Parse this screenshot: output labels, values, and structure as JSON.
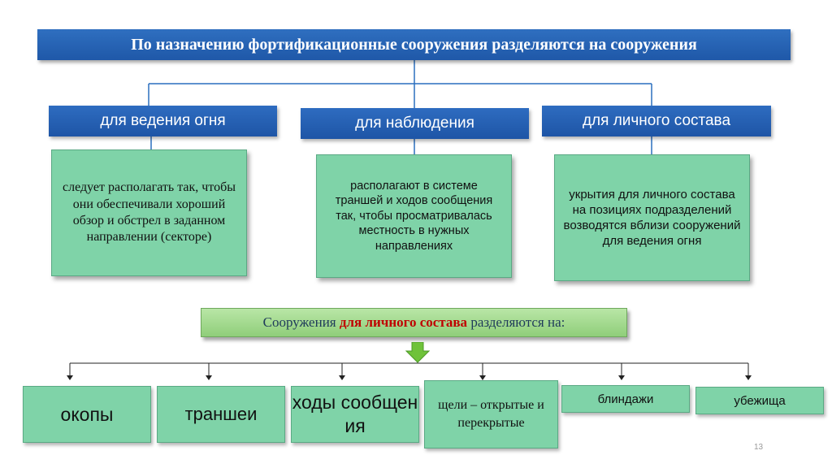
{
  "title": "По назначению фортификационные сооружения разделяются на сооружения",
  "categories": [
    {
      "label": "для ведения огня",
      "description": "следует располагать так, чтобы они обеспечивали хороший обзор и обстрел в заданном  направлении (секторе)"
    },
    {
      "label": "для  наблюдения",
      "description": "располагают в системе траншей и ходов сообщения так, чтобы просматривалась местность в нужных направлениях"
    },
    {
      "label": "для личного состава",
      "description": "укрытия для личного состава на позициях подразделений возводятся вблизи сооружений для ведения огня"
    }
  ],
  "subheader": {
    "prefix": "Сооружения ",
    "highlight": "для личного состава",
    "suffix": " разделяются на:"
  },
  "types": [
    "окопы",
    "траншеи",
    "ходы сообщения",
    "щели – открытые и перекрытые",
    "блиндажи",
    "убежища"
  ],
  "page_number": "13",
  "colors": {
    "header_blue": "#1f58a8",
    "box_green": "#7fd3a8",
    "subheader_green": "#9fd78a",
    "highlight_red": "#c00000",
    "arrow_green": "#6fc23a"
  }
}
